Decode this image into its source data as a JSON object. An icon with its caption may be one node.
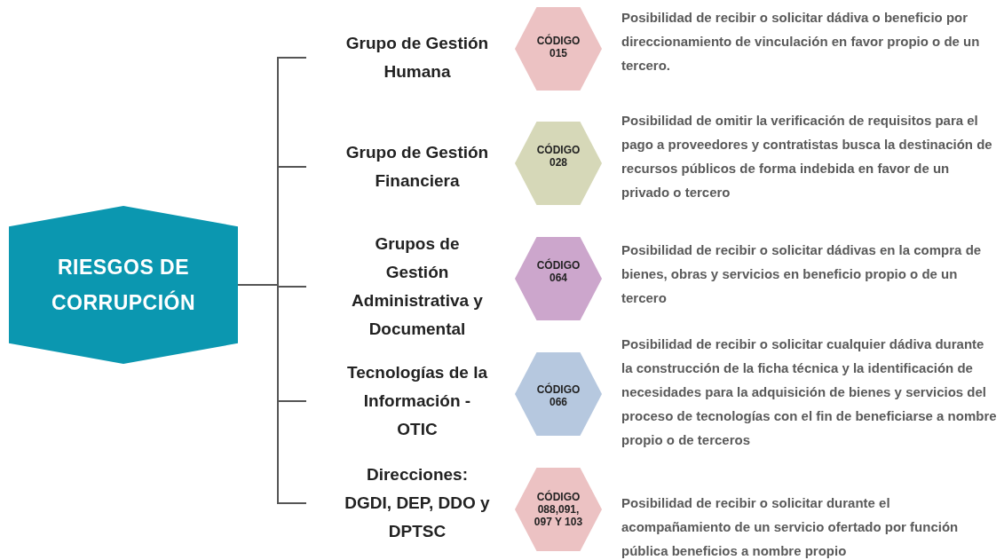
{
  "diagram": {
    "nodes": [
      {
        "text": [
          "RIESGOS DE CORRUPCIÓN"
        ]
      },
      {
        "text": [
          "Grupo de Gestión Humana"
        ]
      },
      {
        "text": [
          "CÓDIGO 015"
        ],
        "beside": [
          "Posibilidad de recibir o solicitar dádiva o beneficio por direccionamiento de vinculación en favor propio o de un tercero."
        ]
      },
      {
        "text": [
          "Grupo de Gestión Financiera"
        ]
      },
      {
        "text": [
          "CÓDIGO 028"
        ],
        "beside": [
          "Posibilidad de omitir la verificación de requisitos para el pago a proveedores y contratistas busca la destinación de recursos públicos de forma indebida en favor de un privado o tercero"
        ]
      },
      {
        "text": [
          "Grupos de Gestión Administrativa y Documental"
        ]
      },
      {
        "text": [
          "CÓDIGO 064"
        ],
        "beside": [
          "Posibilidad de recibir o solicitar dádivas en la compra de bienes, obras y servicios en beneficio propio o de un tercero"
        ]
      },
      {
        "text": [
          "Tecnologías de la Información - OTIC"
        ]
      },
      {
        "text": [
          "CÓDIGO 066"
        ],
        "beside": [
          "Posibilidad de recibir o solicitar cualquier dádiva durante la construcción de la ficha técnica y la identificación de necesidades para la adquisición de bienes y servicios del proceso de tecnologías con el fin de beneficiarse a nombre propio o de terceros"
        ]
      },
      {
        "text": [
          "Direcciones: DGDI, DEP, DDO y DPTSC"
        ]
      },
      {
        "text": [
          "CÓDIGO 088,091, 097 Y 103"
        ],
        "beside": [
          "Posibilidad de recibir o solicitar durante el acompañamiento de un servicio ofertado por función pública beneficios a nombre propio"
        ]
      }
    ],
    "edges": [
      {
        "from": 0,
        "to": 1,
        "arrow": "none"
      },
      {
        "from": 0,
        "to": 3,
        "arrow": "none"
      },
      {
        "from": 0,
        "to": 5,
        "arrow": "none"
      },
      {
        "from": 0,
        "to": 7,
        "arrow": "none"
      },
      {
        "from": 0,
        "to": 9,
        "arrow": "none"
      }
    ]
  }
}
